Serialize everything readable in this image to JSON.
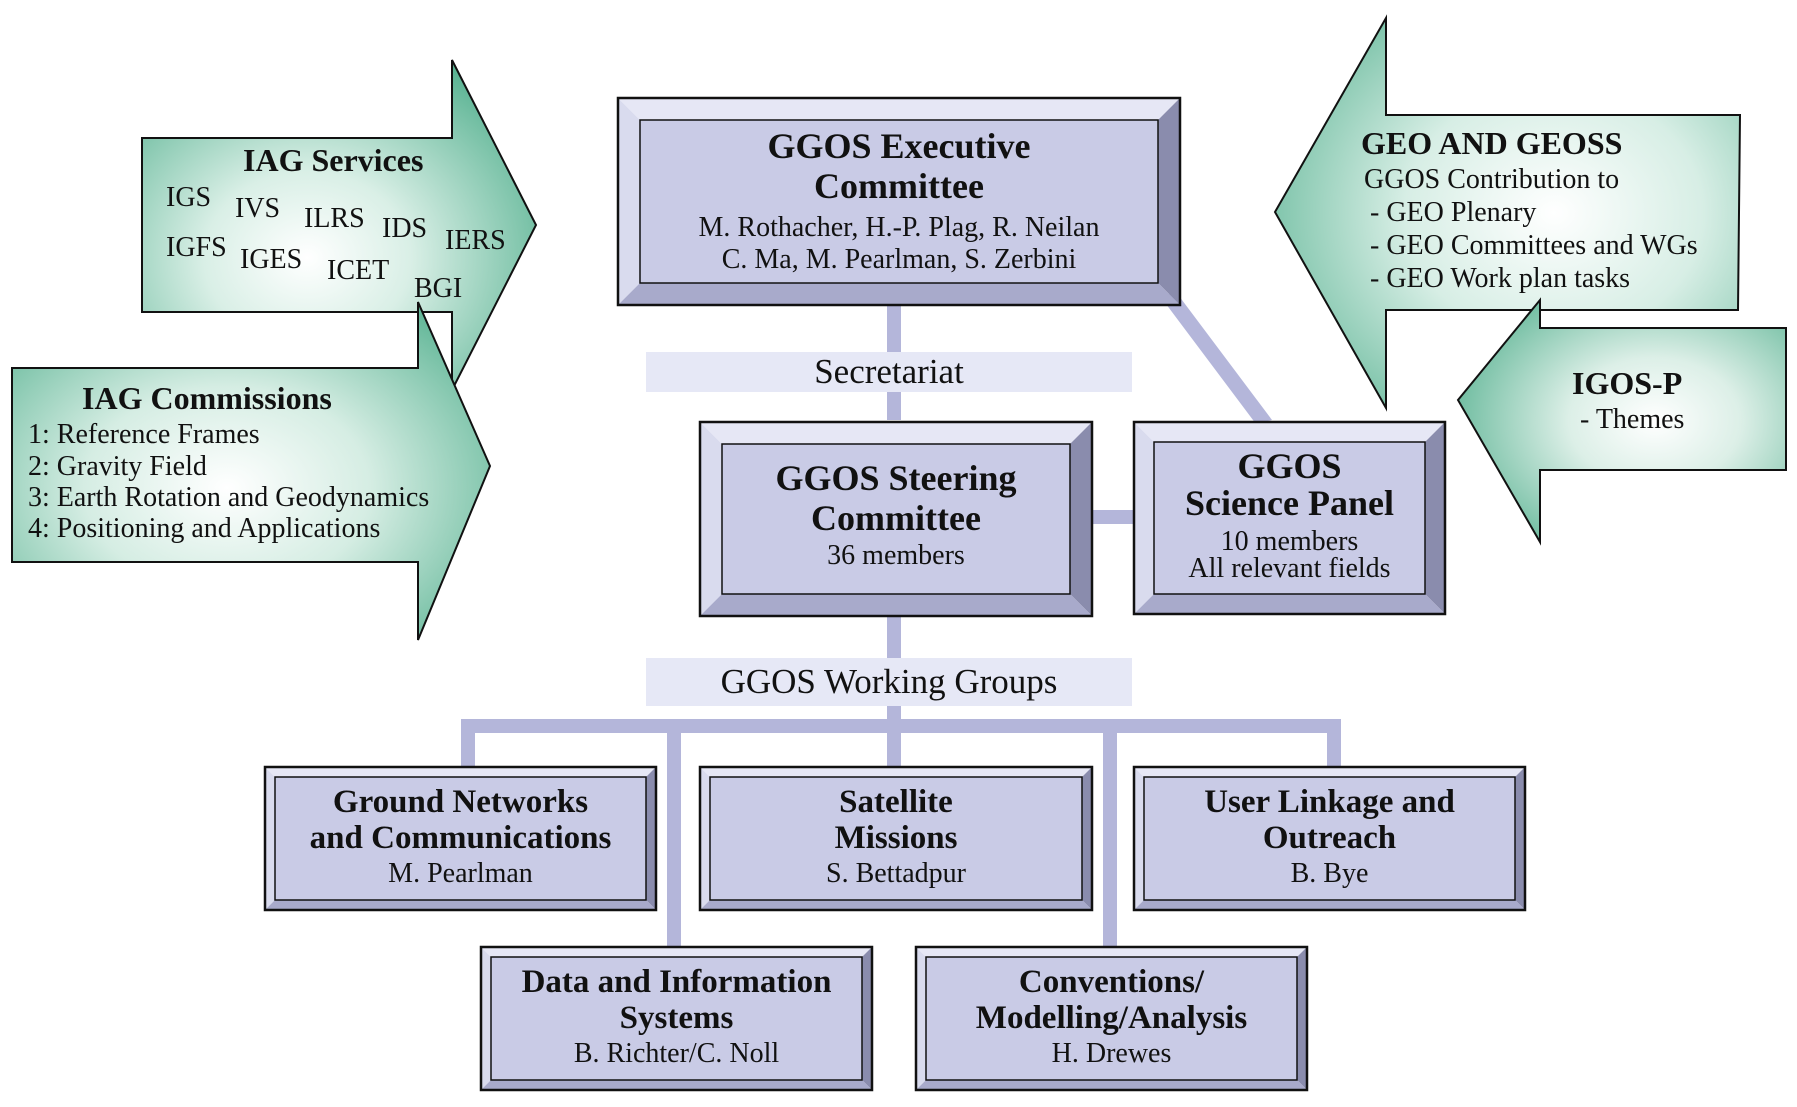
{
  "iag_services": {
    "title": "IAG Services",
    "items": [
      "IGS",
      "IVS",
      "ILRS",
      "IDS",
      "IERS",
      "IGFS",
      "IGES",
      "ICET",
      "BGI"
    ]
  },
  "iag_commissions": {
    "title": "IAG Commissions",
    "items": [
      "1: Reference Frames",
      "2: Gravity Field",
      "3: Earth Rotation and Geodynamics",
      "4: Positioning and Applications"
    ]
  },
  "geo_geoss": {
    "title": "GEO AND GEOSS",
    "intro": "GGOS Contribution to",
    "items": [
      "- GEO Plenary",
      "- GEO Committees and WGs",
      "- GEO Work plan tasks"
    ]
  },
  "igos_p": {
    "title": "IGOS-P",
    "item": "- Themes"
  },
  "executive": {
    "title_line1": "GGOS Executive",
    "title_line2": "Committee",
    "members_line1": "M. Rothacher, H.-P. Plag, R. Neilan",
    "members_line2": "C. Ma, M. Pearlman, S. Zerbini"
  },
  "secretariat": "Secretariat",
  "steering": {
    "title_line1": "GGOS Steering",
    "title_line2": "Committee",
    "members": "36 members"
  },
  "science_panel": {
    "title_line1": "GGOS",
    "title_line2": "Science Panel",
    "line1": "10 members",
    "line2": "All relevant fields"
  },
  "working_groups_label": "GGOS Working Groups",
  "working_groups": [
    {
      "title_line1": "Ground Networks",
      "title_line2": "and Communications",
      "lead": "M. Pearlman"
    },
    {
      "title_line1": "Satellite",
      "title_line2": "Missions",
      "lead": "S. Bettadpur"
    },
    {
      "title_line1": "User Linkage and",
      "title_line2": "Outreach",
      "lead": "B. Bye"
    },
    {
      "title_line1": "Data and Information",
      "title_line2": "Systems",
      "lead": "B. Richter/C. Noll"
    },
    {
      "title_line1": "Conventions/",
      "title_line2": "Modelling/Analysis",
      "lead": "H. Drewes"
    }
  ],
  "colors": {
    "box_face": "#c9cbe6",
    "box_dark": "#8a8cad",
    "box_light": "#e6e7f5",
    "connector": "#b4b6da",
    "label_band": "#e6e8f6",
    "arrow_light": "#ffffff",
    "arrow_dark": "#4aaa89"
  }
}
